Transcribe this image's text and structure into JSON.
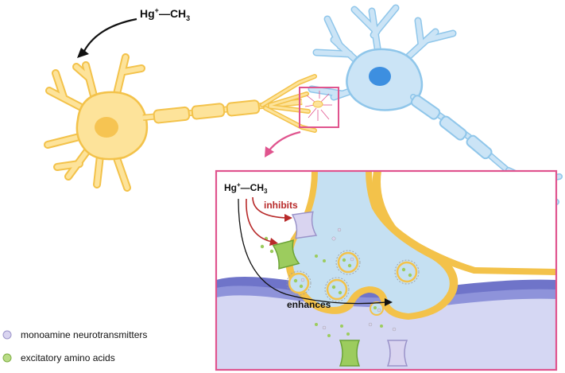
{
  "top_formula": {
    "main": "Hg",
    "sup": "+",
    "dash": "—CH",
    "sub": "3"
  },
  "inset_formula": {
    "main": "Hg",
    "sup": "+",
    "dash": "—CH",
    "sub": "3"
  },
  "inhibits_label": "inhibits",
  "enhances_label": "enhances",
  "legend": [
    {
      "label": "monoamine neurotransmitters",
      "icon": "lavender-vesicle-icon",
      "color": "#d9d4f0"
    },
    {
      "label": "excitatory amino acids",
      "icon": "green-vesicle-icon",
      "color": "#b9dc86"
    }
  ],
  "colors": {
    "yellow_neuron": "#fde39a",
    "yellow_outline": "#f3c24a",
    "yellow_nucleus": "#f6c452",
    "blue_neuron": "#cbe4f6",
    "blue_outline": "#8fc6ea",
    "blue_nucleus": "#3d8fe0",
    "magenta_box": "#e0548e",
    "inhibit_red": "#b82a2a",
    "postsynaptic_dark": "#6f74c9",
    "postsynaptic_light": "#aeb3e6"
  }
}
